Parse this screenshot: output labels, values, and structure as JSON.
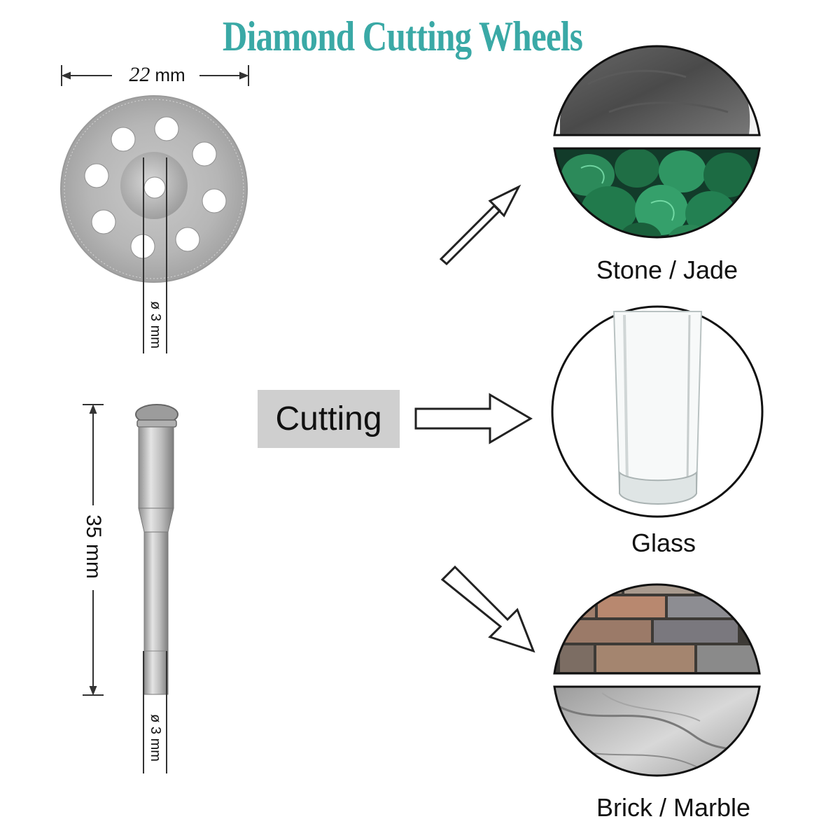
{
  "header": {
    "title": "Diamond Cutting Wheels",
    "title_color": "#3aa9a6"
  },
  "wheel": {
    "diameter_value": "22",
    "diameter_unit": "mm",
    "arbor_label": "ø 3 mm"
  },
  "mandrel": {
    "length_label": "35 mm",
    "shank_label": "ø 3 mm"
  },
  "action": {
    "label": "Cutting",
    "box_color": "#cfcfcf"
  },
  "materials": [
    {
      "label": "Stone / Jade"
    },
    {
      "label": "Glass"
    },
    {
      "label": "Brick / Marble"
    }
  ]
}
